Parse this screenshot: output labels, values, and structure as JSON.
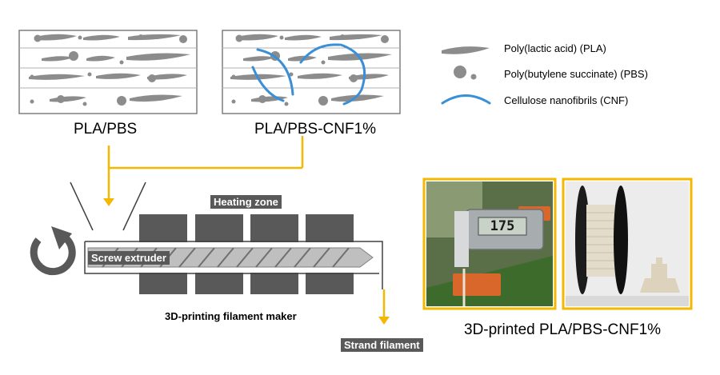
{
  "panels": {
    "left_label": "PLA/PBS",
    "right_label": "PLA/PBS-CNF1%"
  },
  "legend": {
    "items": [
      {
        "icon": "pla-shape-icon",
        "label": "Poly(lactic acid) (PLA)"
      },
      {
        "icon": "pbs-dots-icon",
        "label": "Poly(butylene succinate) (PBS)"
      },
      {
        "icon": "cnf-arc-icon",
        "label": "Cellulose nanofibrils (CNF)"
      }
    ]
  },
  "extruder": {
    "heating_zone": "Heating zone",
    "screw_extruder": "Screw extruder",
    "machine_name": "3D-printing filament maker",
    "strand": "Strand filament"
  },
  "photos": {
    "caption": "3D-printed PLA/PBS-CNF1%",
    "caliper_reading": "175"
  },
  "colors": {
    "arrow": "#f5b800",
    "cnf": "#3a8fd6",
    "polymer": "#8c8c8c",
    "photo_border": "#f5b800"
  }
}
